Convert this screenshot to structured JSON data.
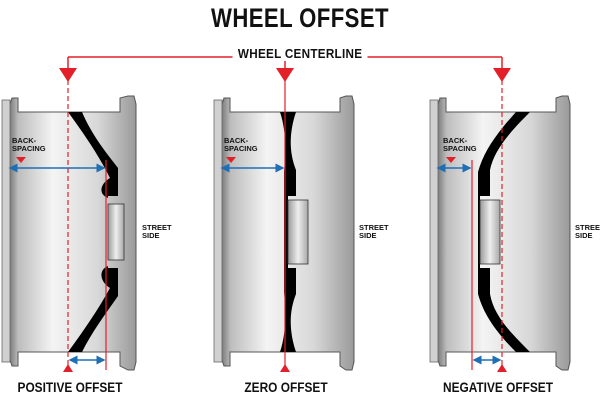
{
  "title": "WHEEL OFFSET",
  "centerline_label": "WHEEL CENTERLINE",
  "backspacing_label_1": "BACK-",
  "backspacing_label_2": "SPACING",
  "street_label_1": "STREET",
  "street_label_2": "SIDE",
  "panels": [
    {
      "caption": "POSITIVE OFFSET"
    },
    {
      "caption": "ZERO OFFSET"
    },
    {
      "caption": "NEGATIVE OFFSET"
    }
  ],
  "colors": {
    "centerline": "#e3202a",
    "arrow": "#1f6fb5",
    "rim_dark": "#888888",
    "rim_light": "#f2f2f2",
    "spoke": "#000000"
  }
}
